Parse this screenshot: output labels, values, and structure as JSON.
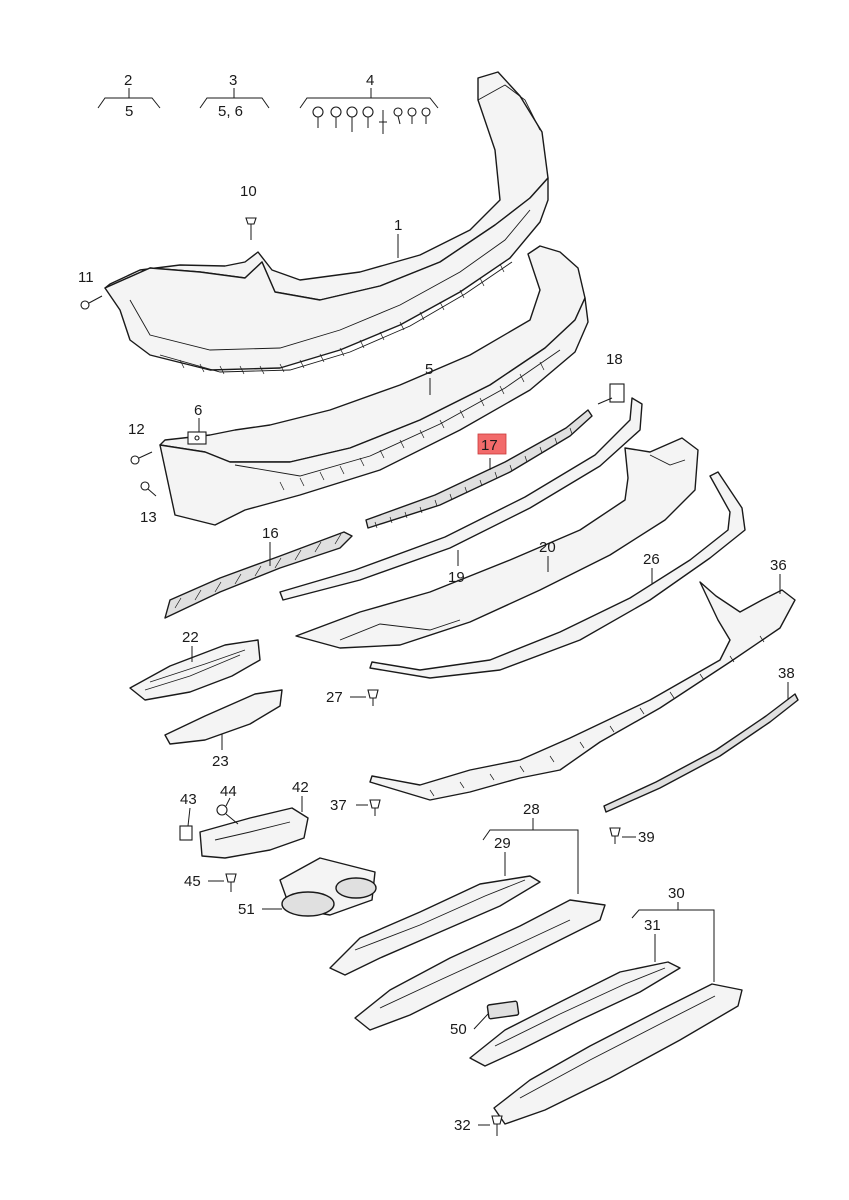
{
  "parts": {
    "p1": "1",
    "p2": "2",
    "p2sub": "5",
    "p3": "3",
    "p3sub": "5, 6",
    "p4": "4",
    "p5": "5",
    "p6": "6",
    "p10": "10",
    "p11": "11",
    "p12": "12",
    "p13": "13",
    "p16": "16",
    "p17": "17",
    "p18": "18",
    "p19": "19",
    "p20": "20",
    "p22": "22",
    "p23": "23",
    "p26": "26",
    "p27": "27",
    "p28": "28",
    "p29": "29",
    "p30": "30",
    "p31": "31",
    "p32": "32",
    "p36": "36",
    "p37": "37",
    "p38": "38",
    "p39": "39",
    "p42": "42",
    "p43": "43",
    "p44": "44",
    "p45": "45",
    "p50": "50",
    "p51": "51"
  },
  "highlighted_part": "17",
  "colors": {
    "highlight": "#f26b6b",
    "line": "#1a1a1a"
  }
}
